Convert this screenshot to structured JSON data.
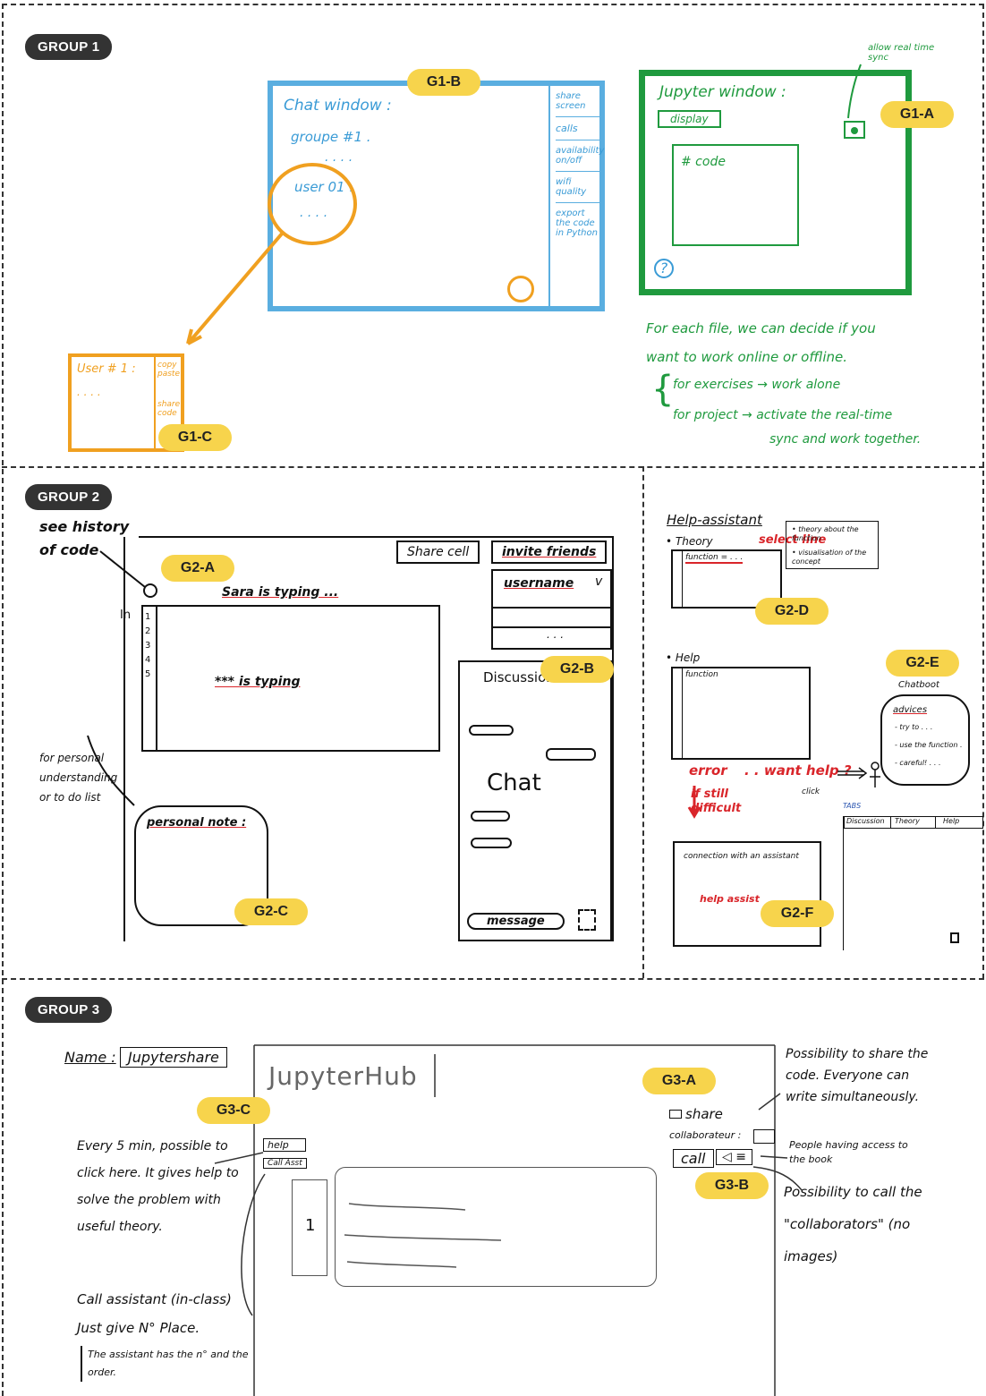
{
  "groups": {
    "g1": "GROUP 1",
    "g2": "GROUP 2",
    "g3": "GROUP 3"
  },
  "tags": {
    "g1a": "G1-A",
    "g1b": "G1-B",
    "g1c": "G1-C",
    "g2a": "G2-A",
    "g2b": "G2-B",
    "g2c": "G2-C",
    "g2d": "G2-D",
    "g2e": "G2-E",
    "g2f": "G2-F",
    "g3a": "G3-A",
    "g3b": "G3-B",
    "g3c": "G3-C"
  },
  "g1": {
    "chat_title": "Chat window :",
    "group_label": "groupe #1 .",
    "dots1": ". . . .",
    "user_label": "user 01 .",
    "dots2": ". . . .",
    "side_items": [
      "share screen",
      "calls",
      "availability on/off",
      "wifi quality",
      "export the code in Python"
    ],
    "jupyter_title": "Jupyter window :",
    "display_btn": "display",
    "code_text": "# code",
    "help_icon": "?",
    "sync_note": "allow real time sync",
    "user_card_title": "User # 1 :",
    "user_card_dots": ". . . .",
    "user_card_side": [
      "copy paste",
      "share code"
    ],
    "note_line1": "For each file, we can decide if you",
    "note_line2": "want to work online or offline.",
    "note_line3": "for exercises → work alone",
    "note_line4": "for project → activate the real-time",
    "note_line5": "sync and work together."
  },
  "g2": {
    "history_note": "see history of code",
    "share_cell": "Share cell",
    "invite_friends": "invite friends",
    "username": "username",
    "chevron": "v",
    "dots": ". . .",
    "in_label": "In",
    "line_numbers": [
      "1",
      "2",
      "3",
      "4",
      "5"
    ],
    "sara_typing": "Sara is typing ...",
    "anon_typing": "*** is typing",
    "personal_note_title": "personal note :",
    "personal_side": "for personal understanding or to do list",
    "discussion": "Discussion",
    "chat": "Chat",
    "message": "message",
    "help_assistant": "Help-assistant",
    "theory": "• Theory",
    "select_line": "select line",
    "function_line": "function = . . .",
    "theory_note1": "• theory about the function",
    "theory_note2": "• visualisation of the concept",
    "help": "• Help",
    "help_function": "function",
    "error_text": "error",
    "want_help": ". . want help ?",
    "click": "click",
    "still_difficult": "if still difficult",
    "chatbot": "Chatboot",
    "advices": "advices",
    "advice_items": [
      "- try to . . .",
      "- use the function .",
      "- careful! . . ."
    ],
    "tabs_label": "TABS",
    "tabs": [
      "Discussion",
      "Theory",
      "Help"
    ],
    "connection": "connection with an assistant",
    "help_assist": "help assist"
  },
  "g3": {
    "name_label": "Name :",
    "name_value": "Jupytershare",
    "hub_title": "JupyterHub",
    "help_btn": "help",
    "call_asst_btn": "Call Asst",
    "every_note": "Every 5 min, possible to click here. It gives help to solve the problem with useful theory.",
    "call_note": "Call assistant (in-class) Just give N° Place.",
    "order_note": "The assistant has the n° and the order.",
    "cell_number": "1",
    "share": "share",
    "collaborator": "collaborateur :",
    "call_btn": "call",
    "share_note": "Possibility to share the code. Everyone can write simultaneously.",
    "access_note": "People having access to the book",
    "call_note_right": "Possibility to call the \"collaborators\" (no images)"
  }
}
